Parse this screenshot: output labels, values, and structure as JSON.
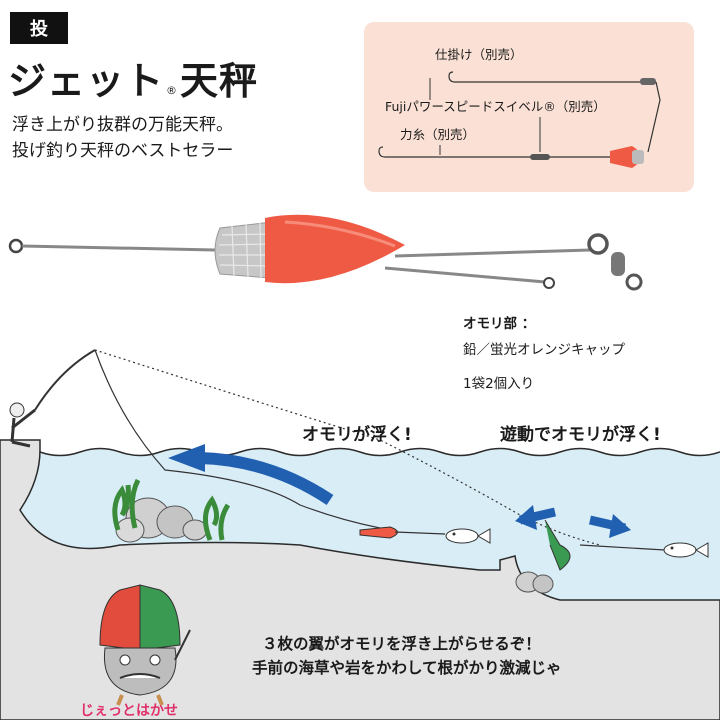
{
  "header": {
    "category_badge": "投",
    "title_main": "ジェット",
    "title_mark": "®",
    "title_suffix": "天秤",
    "tagline_line1": "浮き上がり抜群の万能天秤。",
    "tagline_line2": "投げ釣り天秤のベストセラー"
  },
  "rig_diagram": {
    "label_leader": "仕掛け（別売）",
    "label_swivel": "Fujiパワースピードスイベル®（別売）",
    "label_line": "力糸（別売）"
  },
  "specs": {
    "weight_heading": "オモリ部 ：",
    "weight_material": "鉛／蛍光オレンジキャップ",
    "pack_count": "1袋2個入り"
  },
  "scene": {
    "callout_left": "オモリが浮く!",
    "callout_right": "遊動でオモリが浮く!",
    "caption_line1": "３枚の翼がオモリを浮き上がらせるぞ！",
    "caption_line2": "手前の海草や岩をかわして根がかり激減じゃ",
    "mascot_name": "じぇっとはかせ"
  },
  "colors": {
    "cap_red": "#ef5a45",
    "cap_green": "#3a9a52",
    "water": "#d9edf7",
    "arrow_blue": "#2160b0",
    "panel_bg": "#fbe1d5",
    "mascot_name": "#e0306a"
  }
}
